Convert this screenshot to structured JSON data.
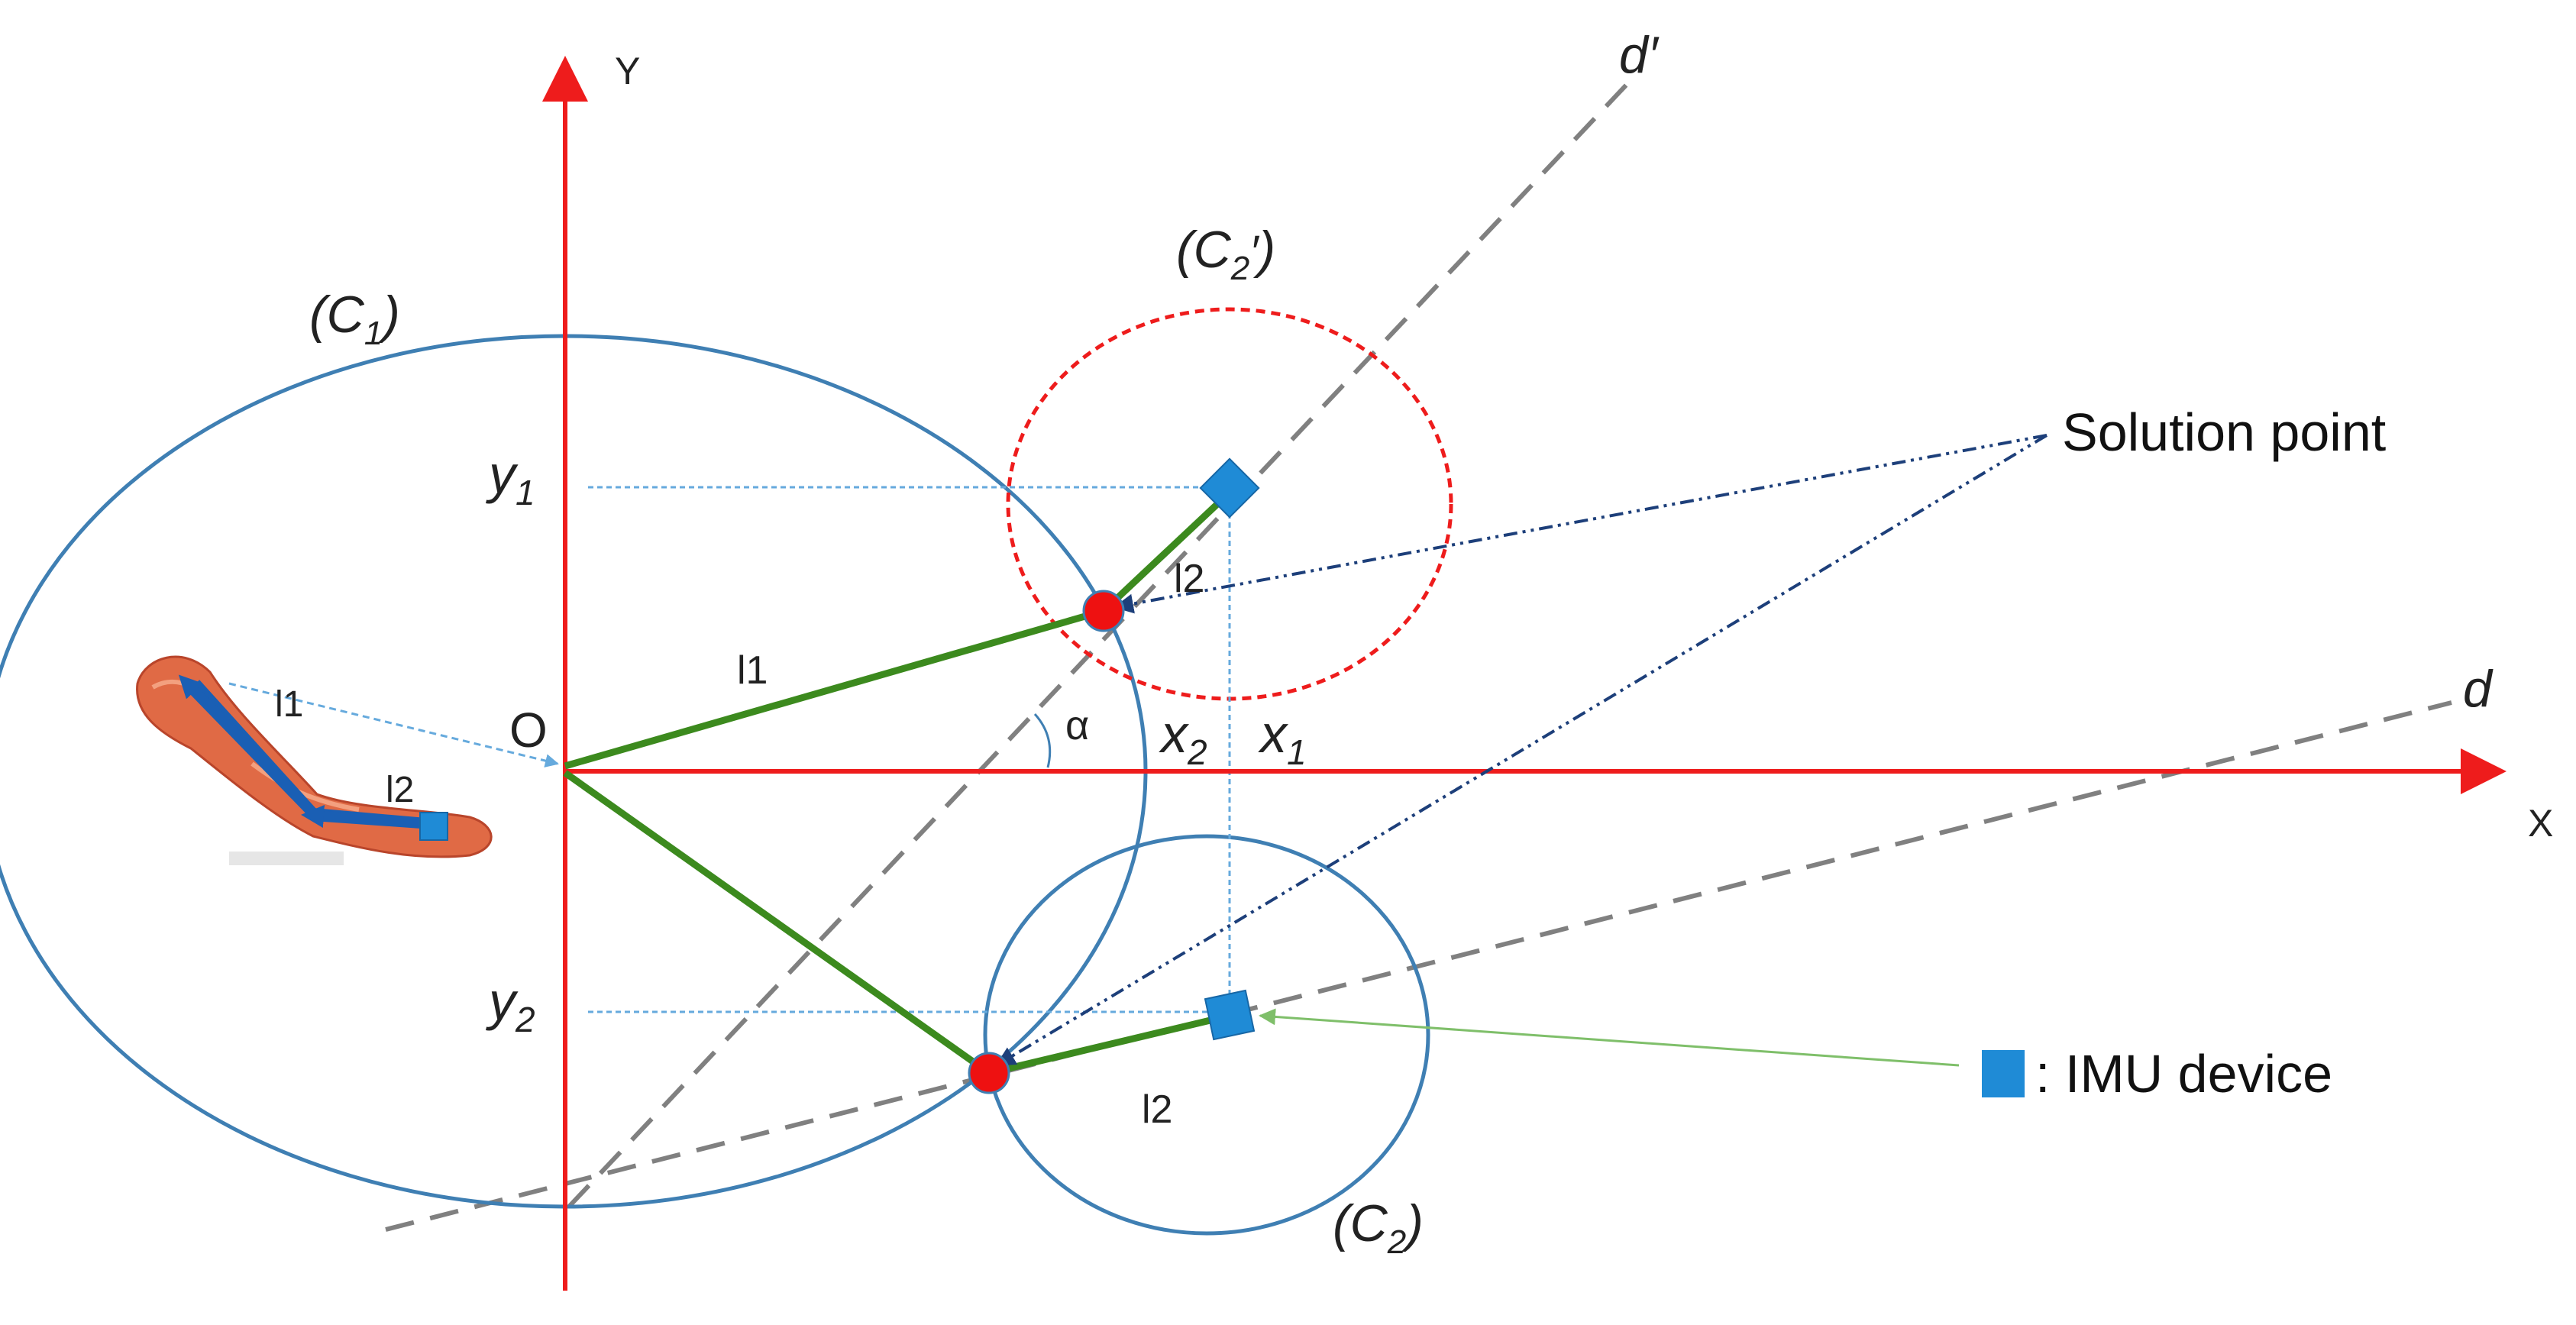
{
  "labels": {
    "y_axis": "Y",
    "x_axis": "X",
    "origin": "O",
    "c1": "(C",
    "c1_sub": "1",
    "c2": "(C",
    "c2_sub": "2",
    "c2p": "(C",
    "c2p_sub": "2",
    "c2p_prime": "′",
    "close_paren": ")",
    "d_line": "d",
    "dprime_line": "d′",
    "y1": "y",
    "y1_sub": "1",
    "y2": "y",
    "y2_sub": "2",
    "x1": "x",
    "x1_sub": "1",
    "x2": "x",
    "x2_sub": "2",
    "alpha": "α",
    "l1": "l1",
    "l2_top": "l2",
    "l2_bottom": "l2",
    "arm_l1": "l1",
    "arm_l2": "l2"
  },
  "legend": {
    "solution_point": "Solution point",
    "imu_device": ": IMU device"
  },
  "colors": {
    "axis": "#ee1c1c",
    "circle": "#3f7fb3",
    "circle_dashed": "#ee1c1c",
    "link": "#3c8a1e",
    "joint": "#ee1111",
    "imu": "#1f8bd6",
    "guide_line": "#808080",
    "projection": "#66aadd",
    "pointer": "#1d3f7a",
    "imu_pointer": "#7fbf6a",
    "arm_arrow": "#1a5fb4",
    "arm_muscle": "#e06a45"
  },
  "icons": {
    "arm_illustration": "arm-muscle-icon",
    "imu": "imu-device-icon",
    "joint": "elbow-joint-icon"
  }
}
